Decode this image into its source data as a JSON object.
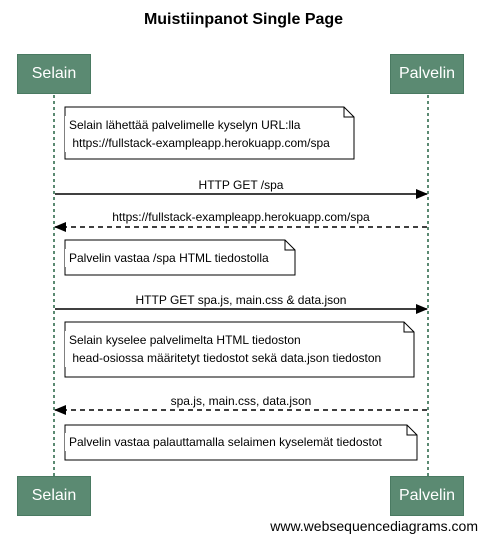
{
  "title": "Muistiinpanot Single Page",
  "actors": {
    "left": "Selain",
    "right": "Palvelin"
  },
  "notes": [
    "Selain lähettää palvelimelle kyselyn URL:lla\n https://fullstack-exampleapp.herokuapp.com/spa",
    "Palvelin vastaa /spa HTML tiedostolla",
    "Selain kyselee palvelimelta HTML tiedoston\n head-osiossa määritetyt tiedostot sekä data.json tiedoston",
    "Palvelin vastaa palauttamalla selaimen kyselemät tiedostot"
  ],
  "messages": [
    {
      "label": "HTTP GET /spa",
      "direction": "right",
      "style": "solid"
    },
    {
      "label": "https://fullstack-exampleapp.herokuapp.com/spa",
      "direction": "left",
      "style": "dashed"
    },
    {
      "label": "HTTP GET spa.js, main.css & data.json",
      "direction": "right",
      "style": "solid"
    },
    {
      "label": "spa.js, main.css, data.json",
      "direction": "left",
      "style": "dashed"
    }
  ],
  "footer": "www.websequencediagrams.com",
  "colors": {
    "actor_fill": "#5b8a72",
    "lifeline": "#5b8a72"
  }
}
